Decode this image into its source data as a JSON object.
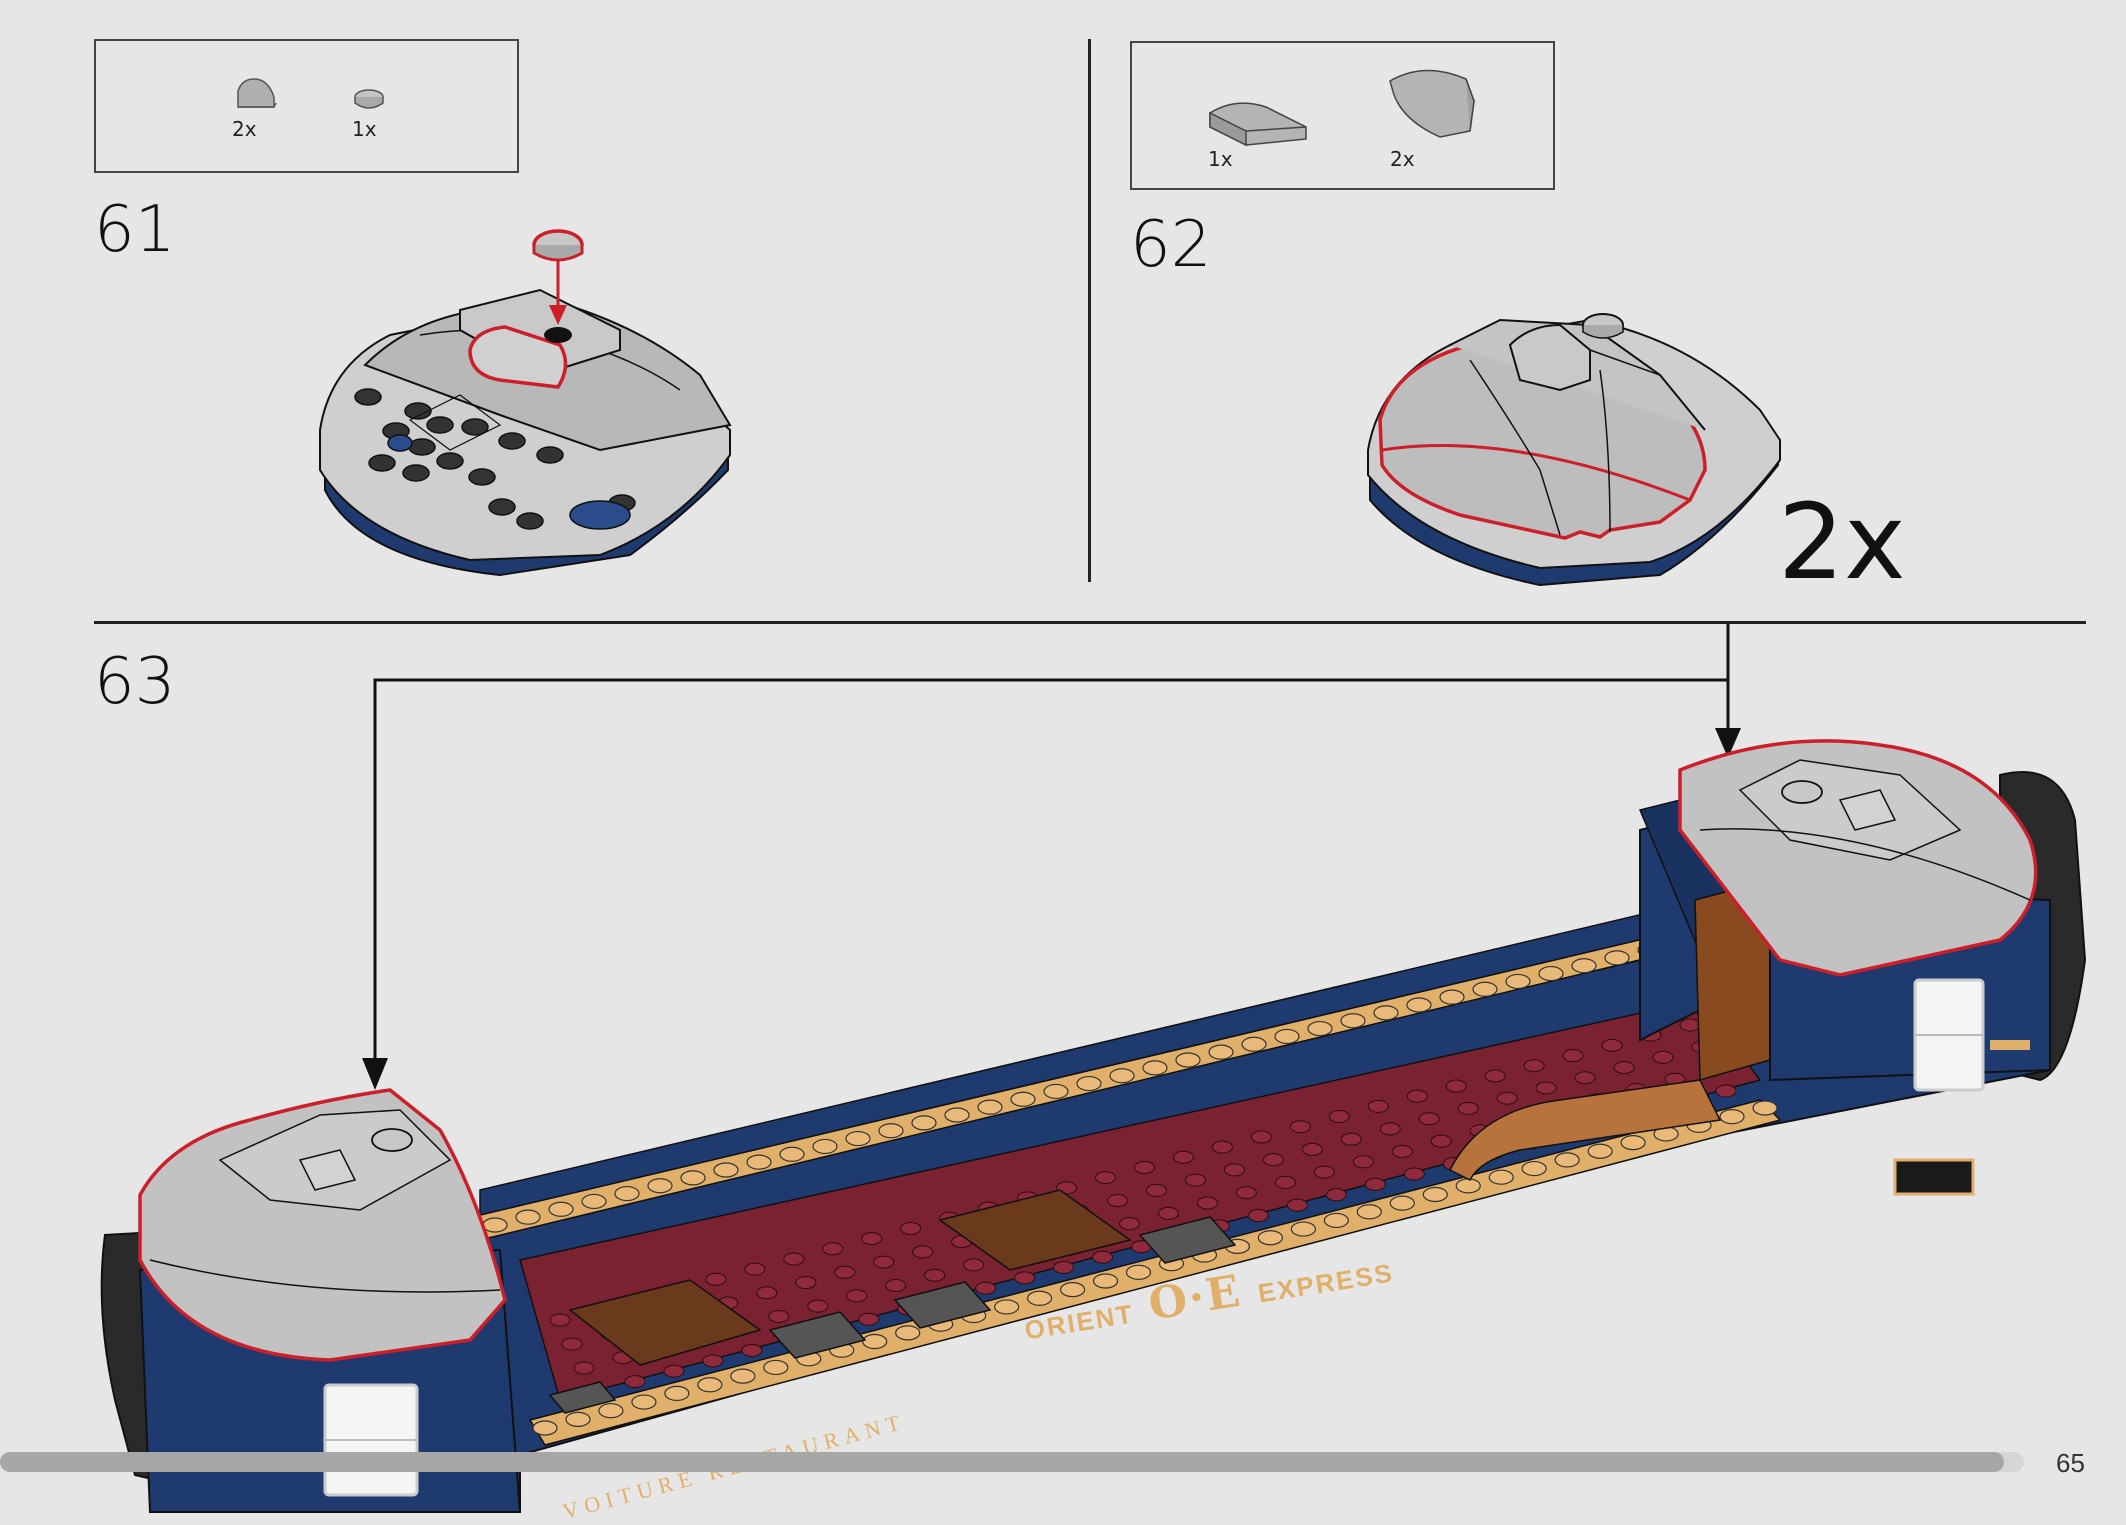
{
  "steps": [
    {
      "number": "61",
      "parts": [
        {
          "qty": "2x",
          "part_icon": "curved-slope-1x1-icon"
        },
        {
          "qty": "1x",
          "part_icon": "round-tile-1x1-icon"
        }
      ]
    },
    {
      "number": "62",
      "parts": [
        {
          "qty": "1x",
          "part_icon": "curved-slope-2x2-icon"
        },
        {
          "qty": "2x",
          "part_icon": "curved-slope-3x2-icon"
        }
      ],
      "multiplier": "2x"
    },
    {
      "number": "63"
    }
  ],
  "train": {
    "branding": "ORIENT",
    "logo": "O·E",
    "branding2": "EXPRESS",
    "side_label": "VOITURE RESTAURANT"
  },
  "colors": {
    "background": "#e6e6e6",
    "highlight": "#cc1f2a",
    "navy": "#1f3a6e",
    "gold": "#e0b06a",
    "dark_red": "#7a2232",
    "grey": "#b4b4b4"
  },
  "page": {
    "number": "65",
    "progress": 0.99
  }
}
